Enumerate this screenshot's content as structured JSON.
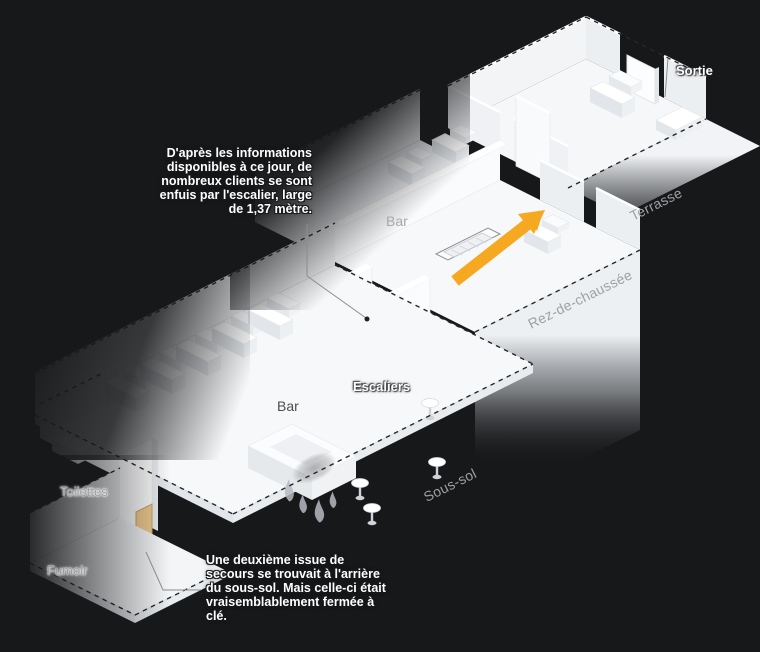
{
  "diagram_type": "isometric-floorplan-infographic",
  "colors": {
    "background": "#17181a",
    "arrow_accent": "#F6A821",
    "locked_door": "#EFC98F",
    "floor_label": "#9EA1A5",
    "room_label_dark": "#4B4D50",
    "room_label_light": "#A6A9AD"
  },
  "floor_labels": {
    "terrasse": "Terrasse",
    "rez_de_chaussee": "Rez-de-chaussée",
    "sous_sol": "Sous-sol"
  },
  "room_labels": {
    "sortie": "Sortie",
    "bar_rdc": "Bar",
    "bar_sous_sol": "Bar",
    "escaliers": "Escaliers",
    "toilettes": "Toilettes",
    "fumoir": "Fumoir"
  },
  "annotations": {
    "escalier_note": "D'après les informations disponibles à ce jour, de nombreux clients se sont enfuis par l'escalier, large de 1,37 mètre.",
    "issue_note": "Une deuxième issue de secours se trouvait à l'arrière du sous-sol. Mais celle-ci était vraisemblablement fermée à clé."
  }
}
